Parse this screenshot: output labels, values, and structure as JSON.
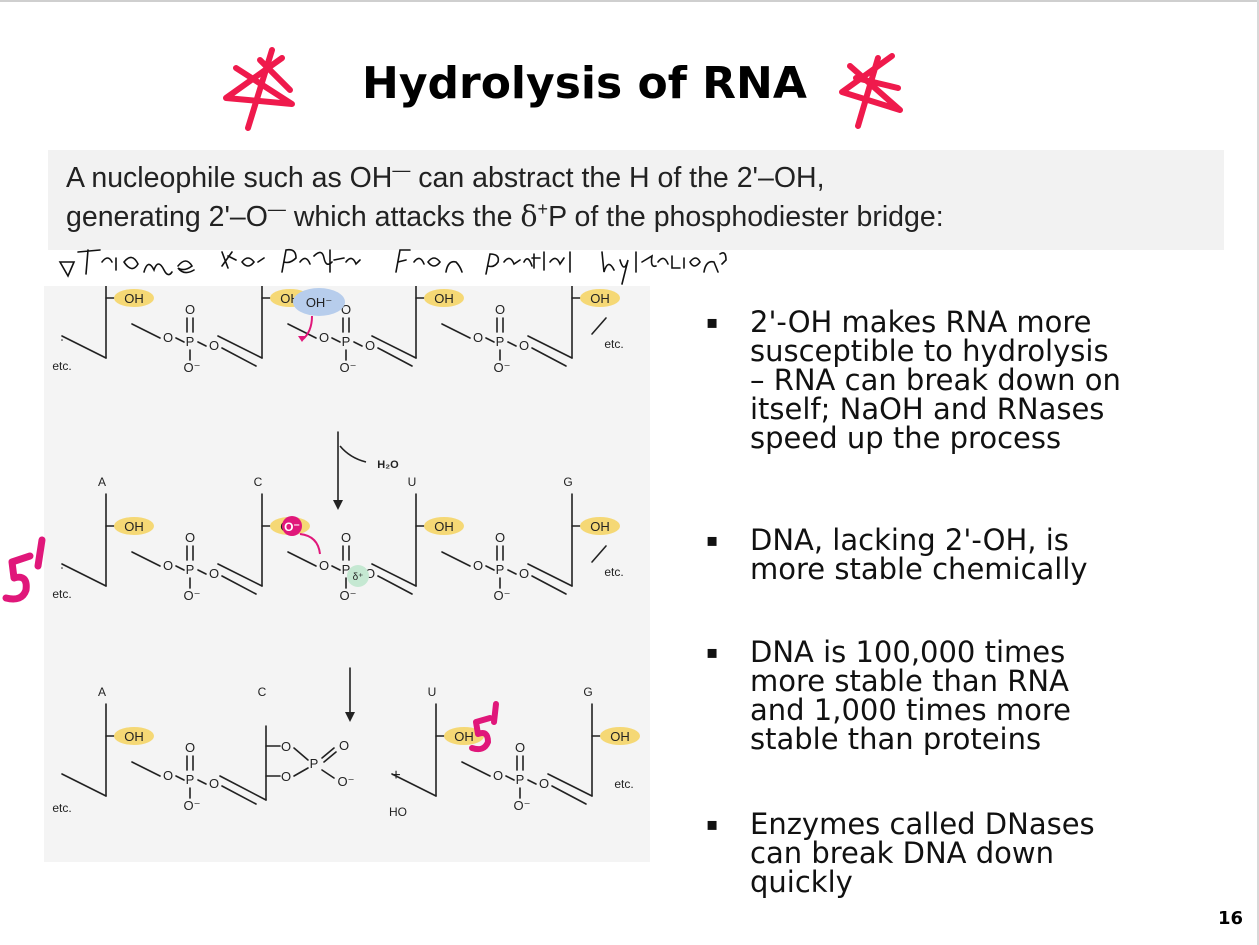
{
  "slide": {
    "title": "Hydrolysis of RNA",
    "page_number": "16"
  },
  "intro": {
    "line1_a": "A nucleophile such as OH",
    "line1_sup": "—",
    "line1_b": " can abstract the H of the 2'–OH,",
    "line2_a": "generating 2'–O",
    "line2_sup": "—",
    "line2_b": " which attacks the ",
    "line2_delta": "δ",
    "line2_plus": "+",
    "line2_c": "P of the phosphodiester bridge:"
  },
  "diagram": {
    "bases": [
      "A",
      "C",
      "U",
      "G"
    ],
    "hydroxyl": "OH",
    "hydroxide": "OH⁻",
    "alkoxide": "O⁻",
    "oxygen": "O",
    "phosphorus": "P",
    "o_minus": "O⁻",
    "etc": "etc.",
    "water": "H₂O",
    "delta_plus": "δ⁺",
    "plus": "+",
    "ho": "HO"
  },
  "bullets": [
    "2'-OH makes RNA more susceptible to hydrolysis – RNA can break down on itself; NaOH and RNases speed up the process",
    "DNA, lacking 2'-OH, is more stable chemically",
    "DNA is 100,000 times more stable than RNA and 1,000 times more stable than proteins",
    "Enzymes called DNases can break DNA down quickly"
  ],
  "bullet_lines": [
    [
      "2'-OH makes RNA more",
      "susceptible to hydrolysis",
      "– RNA can break down on",
      "itself; NaOH and RNases",
      "speed up the process"
    ],
    [
      "DNA, lacking 2'-OH, is",
      "more stable chemically"
    ],
    [
      "DNA is 100,000 times",
      "more stable than RNA",
      "and 1,000 times more",
      "stable than proteins"
    ],
    [
      "Enzymes called DNases",
      "can break DNA down",
      "quickly"
    ]
  ],
  "colors": {
    "oh_highlight": "#f5d875",
    "hydroxide_bubble": "#b7cdec",
    "delta_bubble": "#c5e8d2",
    "arrow_magenta": "#e0177a",
    "ink_red": "#ef1a4c"
  }
}
